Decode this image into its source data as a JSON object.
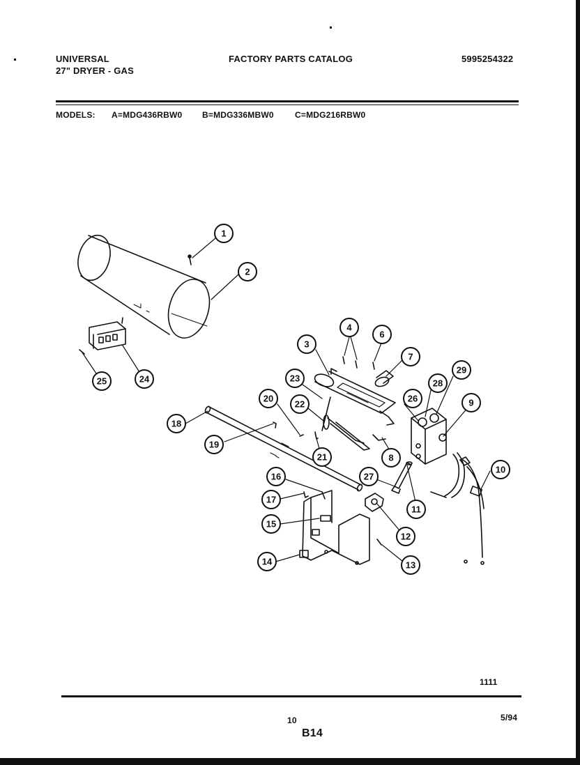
{
  "header": {
    "brand": "UNIVERSAL",
    "product": "27\" DRYER - GAS",
    "catalog_title": "FACTORY PARTS CATALOG",
    "catalog_number": "5995254322"
  },
  "models": {
    "label": "MODELS:",
    "a": "A=MDG436RBW0",
    "b": "B=MDG336MBW0",
    "c": "C=MDG216RBW0"
  },
  "diagram": {
    "callouts": [
      "1",
      "2",
      "3",
      "4",
      "6",
      "7",
      "8",
      "9",
      "10",
      "11",
      "12",
      "13",
      "14",
      "15",
      "16",
      "17",
      "18",
      "19",
      "20",
      "21",
      "22",
      "23",
      "24",
      "25",
      "26",
      "27",
      "28",
      "29"
    ]
  },
  "footer": {
    "illustration_code": "1111",
    "page_number": "10",
    "date_code": "5/94",
    "section": "B14"
  }
}
